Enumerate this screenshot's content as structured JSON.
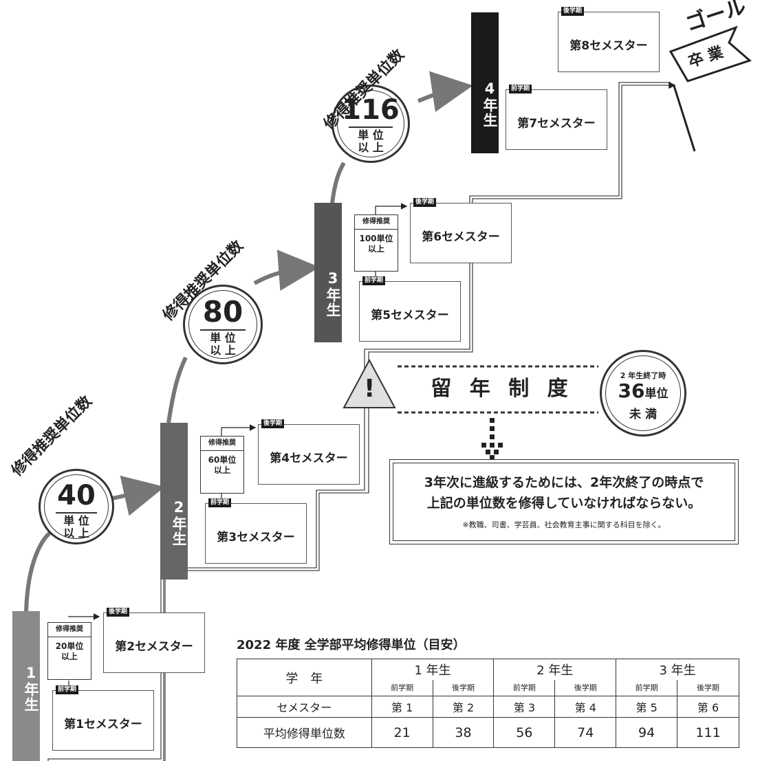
{
  "years": {
    "y1": "1年生",
    "y2": "2年生",
    "y3": "3年生",
    "y4": "4年生"
  },
  "term_tags": {
    "first": "前学期",
    "second": "後学期"
  },
  "semesters": {
    "s1": "第1セメスター",
    "s2": "第2セメスター",
    "s3": "第3セメスター",
    "s4": "第4セメスター",
    "s5": "第5セメスター",
    "s6": "第6セメスター",
    "s7": "第7セメスター",
    "s8": "第8セメスター"
  },
  "recommend_boxes": {
    "label": "修得推奨",
    "b20": "20単位\n以上",
    "b60": "60単位\n以上",
    "b100": "100単位\n以上"
  },
  "milestones": {
    "arc_label": "修得推奨単位数",
    "m40": "40",
    "m80": "80",
    "m116": "116",
    "unit_line1": "単 位",
    "unit_line2": "以 上"
  },
  "goal": {
    "goal_text": "ゴール",
    "flag_text": "卒 業"
  },
  "retention": {
    "title": "留 年 制 度",
    "warning_mark": "!",
    "badge_top": "2 年生終了時",
    "badge_num": "36",
    "badge_unit": "単位",
    "badge_bottom": "未 満",
    "note_line1": "3年次に進級するためには、2年次終了の時点で",
    "note_line2": "上記の単位数を修得していなければならない。",
    "note_small": "※教職、司書、学芸員、社会教育主事に関する科目を除く。"
  },
  "table": {
    "title": "2022 年度 全学部平均修得単位（目安）",
    "header_grade": "学　年",
    "grades": [
      "1 年生",
      "2 年生",
      "3 年生"
    ],
    "terms": [
      "前学期",
      "後学期",
      "前学期",
      "後学期",
      "前学期",
      "後学期"
    ],
    "row_sem_label": "セメスター",
    "sem_cells": [
      "第 1",
      "第 2",
      "第 3",
      "第 4",
      "第 5",
      "第 6"
    ],
    "row_avg_label": "平均修得単位数",
    "avg_cells": [
      "21",
      "38",
      "56",
      "74",
      "94",
      "111"
    ]
  },
  "colors": {
    "bar_y1": "#8a8a8a",
    "bar_y2": "#666666",
    "bar_y3": "#555555",
    "bar_y4": "#1a1a1a",
    "path": "#777777"
  }
}
